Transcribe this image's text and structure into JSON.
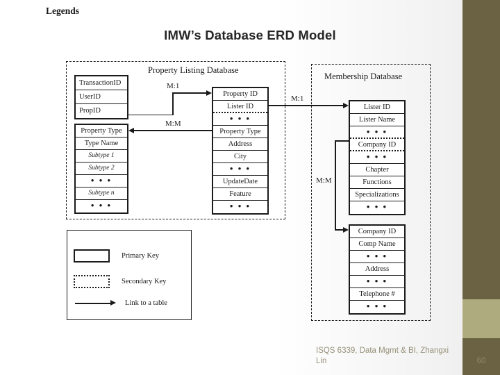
{
  "slide": {
    "title": "IMW’s Database ERD Model",
    "footer_text": "ISQS 6339, Data Mgmt & BI, Zhangxi Lin",
    "page_number": "60",
    "colors": {
      "bar_dark": "#6b6243",
      "bar_light": "#aeab7f",
      "ink": "#1a1a1a",
      "footer_text": "#96917a"
    }
  },
  "groups": {
    "property_listing": {
      "label": "Property Listing Database"
    },
    "membership": {
      "label": "Membership Database"
    }
  },
  "entities": {
    "transaction": {
      "name": "Transaction",
      "rows": [
        {
          "label": "TransactionID",
          "style": "left",
          "key": "primary"
        },
        {
          "label": "UserID",
          "style": "left",
          "key": "none"
        },
        {
          "label": "PropID",
          "style": "left",
          "key": "none"
        }
      ]
    },
    "property_type": {
      "name": "Property Type",
      "rows": [
        {
          "label": "Property Type",
          "style": "center",
          "key": "primary"
        },
        {
          "label": "Type Name",
          "style": "center",
          "key": "none"
        },
        {
          "label": "Subtype 1",
          "style": "italic",
          "key": "none"
        },
        {
          "label": "Subtype 2",
          "style": "italic",
          "key": "none"
        },
        {
          "label": "• • •",
          "style": "dots",
          "key": "none"
        },
        {
          "label": "Subtype n",
          "style": "italic",
          "key": "none"
        },
        {
          "label": "• • •",
          "style": "dots",
          "key": "none"
        }
      ]
    },
    "property": {
      "name": "Property",
      "rows": [
        {
          "label": "Property ID",
          "style": "center",
          "key": "primary"
        },
        {
          "label": "Lister ID",
          "style": "center",
          "key": "secondary"
        },
        {
          "label": "• • •",
          "style": "dots",
          "key": "none"
        },
        {
          "label": "Property Type",
          "style": "center",
          "key": "none"
        },
        {
          "label": "Address",
          "style": "center",
          "key": "none"
        },
        {
          "label": "City",
          "style": "center",
          "key": "none"
        },
        {
          "label": "• • •",
          "style": "dots",
          "key": "none"
        },
        {
          "label": "UpdateDate",
          "style": "center",
          "key": "none"
        },
        {
          "label": "Feature",
          "style": "center",
          "key": "none"
        },
        {
          "label": "• • •",
          "style": "dots",
          "key": "none"
        }
      ]
    },
    "lister": {
      "name": "Lister",
      "rows": [
        {
          "label": "Lister ID",
          "style": "center",
          "key": "primary"
        },
        {
          "label": "Lister Name",
          "style": "center",
          "key": "none"
        },
        {
          "label": "• • •",
          "style": "dots",
          "key": "none"
        },
        {
          "label": "Company ID",
          "style": "center",
          "key": "secondary"
        },
        {
          "label": "• • •",
          "style": "dots",
          "key": "none"
        },
        {
          "label": "Chapter",
          "style": "center",
          "key": "none"
        },
        {
          "label": "Functions",
          "style": "center",
          "key": "none"
        },
        {
          "label": "Specializations",
          "style": "center",
          "key": "none"
        },
        {
          "label": "• • •",
          "style": "dots",
          "key": "none"
        }
      ]
    },
    "company": {
      "name": "Company",
      "rows": [
        {
          "label": "Company ID",
          "style": "center",
          "key": "primary"
        },
        {
          "label": "Comp Name",
          "style": "center",
          "key": "none"
        },
        {
          "label": "• • •",
          "style": "dots",
          "key": "none"
        },
        {
          "label": "Address",
          "style": "center",
          "key": "none"
        },
        {
          "label": "• • •",
          "style": "dots",
          "key": "none"
        },
        {
          "label": "Telephone #",
          "style": "center",
          "key": "none"
        },
        {
          "label": "• • •",
          "style": "dots",
          "key": "none"
        }
      ]
    }
  },
  "relationships": [
    {
      "id": "transaction-property",
      "label": "M:1",
      "from": "transaction.PropID",
      "to": "property.Property ID"
    },
    {
      "id": "property-propertytype",
      "label": "M:M",
      "from": "property.Property Type",
      "to": "property_type.Property Type"
    },
    {
      "id": "property-lister",
      "label": "M:1",
      "from": "property.Lister ID",
      "to": "lister.Lister ID"
    },
    {
      "id": "lister-company",
      "label": "M:M",
      "from": "lister.Company ID",
      "to": "company.Company ID"
    }
  ],
  "legend": {
    "title": "Legends",
    "items": [
      {
        "label": "Primary Key",
        "symbol": "solid-rect"
      },
      {
        "label": "Secondary Key",
        "symbol": "dotted-rect"
      },
      {
        "label": "Link to a table",
        "symbol": "arrow"
      }
    ]
  }
}
